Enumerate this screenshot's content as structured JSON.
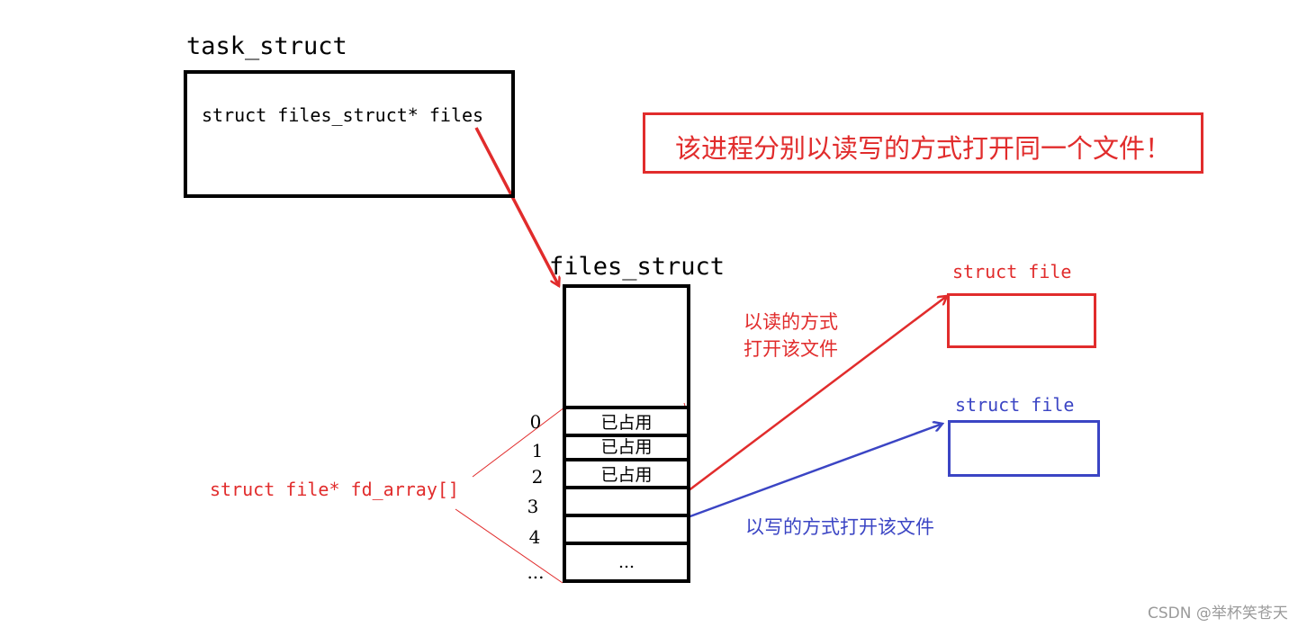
{
  "task_struct": {
    "title": "task_struct",
    "field": "struct files_struct* files"
  },
  "note": "该进程分别以读写的方式打开同一个文件！",
  "files_struct": {
    "title": "files_struct",
    "slots": [
      {
        "index": "0",
        "label": "已占用"
      },
      {
        "index": "1",
        "label": "已占用"
      },
      {
        "index": "2",
        "label": "已占用"
      },
      {
        "index": "3",
        "label": ""
      },
      {
        "index": "4",
        "label": ""
      },
      {
        "index": "...",
        "label": "..."
      }
    ],
    "array_label": "struct file* fd_array[]"
  },
  "read_file": {
    "label": "struct file",
    "note_line1": "以读的方式",
    "note_line2": "打开该文件"
  },
  "write_file": {
    "label": "struct file",
    "note": "以写的方式打开该文件"
  },
  "watermark": "CSDN @举杯笑苍天",
  "colors": {
    "red": "#e12c2c",
    "blue": "#3b45c4",
    "black": "#000000"
  }
}
